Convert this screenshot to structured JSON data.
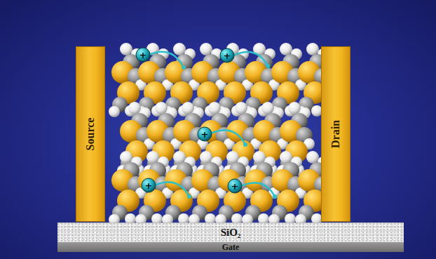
{
  "diagram": {
    "nodes": [
      {
        "text": [
          "Source"
        ]
      },
      {
        "text": [
          "Drain"
        ]
      },
      {
        "text": [
          "SiO₂"
        ]
      },
      {
        "text": [
          "Gate"
        ]
      }
    ],
    "labels": [
      "+",
      "+",
      "+",
      "+",
      "+"
    ]
  }
}
